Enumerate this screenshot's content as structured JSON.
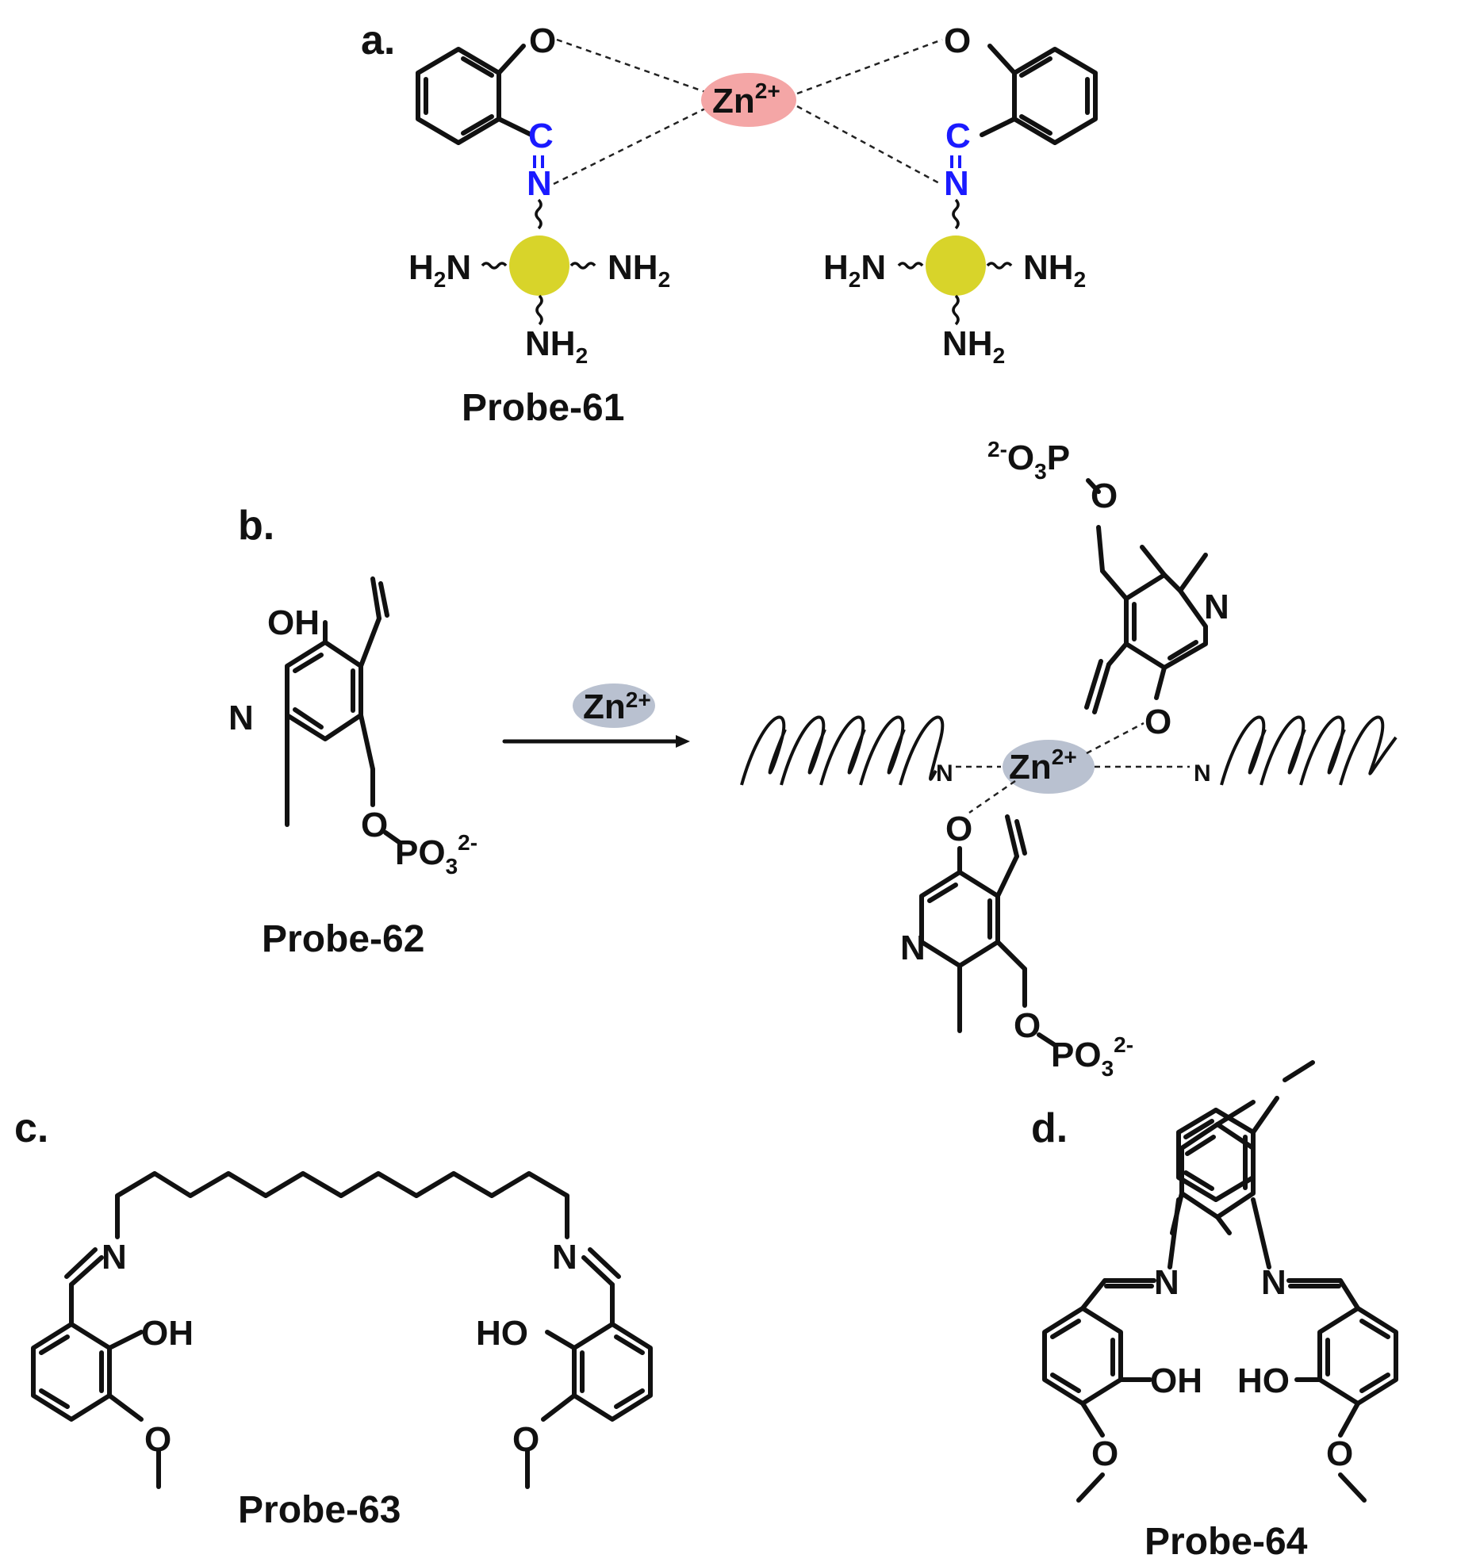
{
  "panels": {
    "a": {
      "letter": "a.",
      "probe": "Probe-61",
      "ion": "Zn",
      "charge": "2+",
      "O": "O",
      "C": "C",
      "N": "N",
      "H2N": "H",
      "sub2": "2",
      "Nh": "N",
      "NH": "NH"
    },
    "b": {
      "letter": "b.",
      "probe": "Probe-62",
      "OH": "OH",
      "N": "N",
      "O": "O",
      "P": "P",
      "PO": "PO",
      "sub3": "3",
      "charge2minus": "2-",
      "ion": "Zn",
      "charge": "2+"
    },
    "c": {
      "letter": "c.",
      "probe": "Probe-63",
      "N": "N",
      "OH": "OH",
      "HO": "HO",
      "O": "O"
    },
    "d": {
      "letter": "d.",
      "probe": "Probe-64",
      "N": "N",
      "OH": "OH",
      "HO": "HO",
      "O": "O"
    }
  },
  "colors": {
    "zn_a_fill": "#f4a6a6",
    "zn_b_fill": "#b9c1d0",
    "nanoparticle": "#d8d42a",
    "imine": "#1a1aff"
  }
}
